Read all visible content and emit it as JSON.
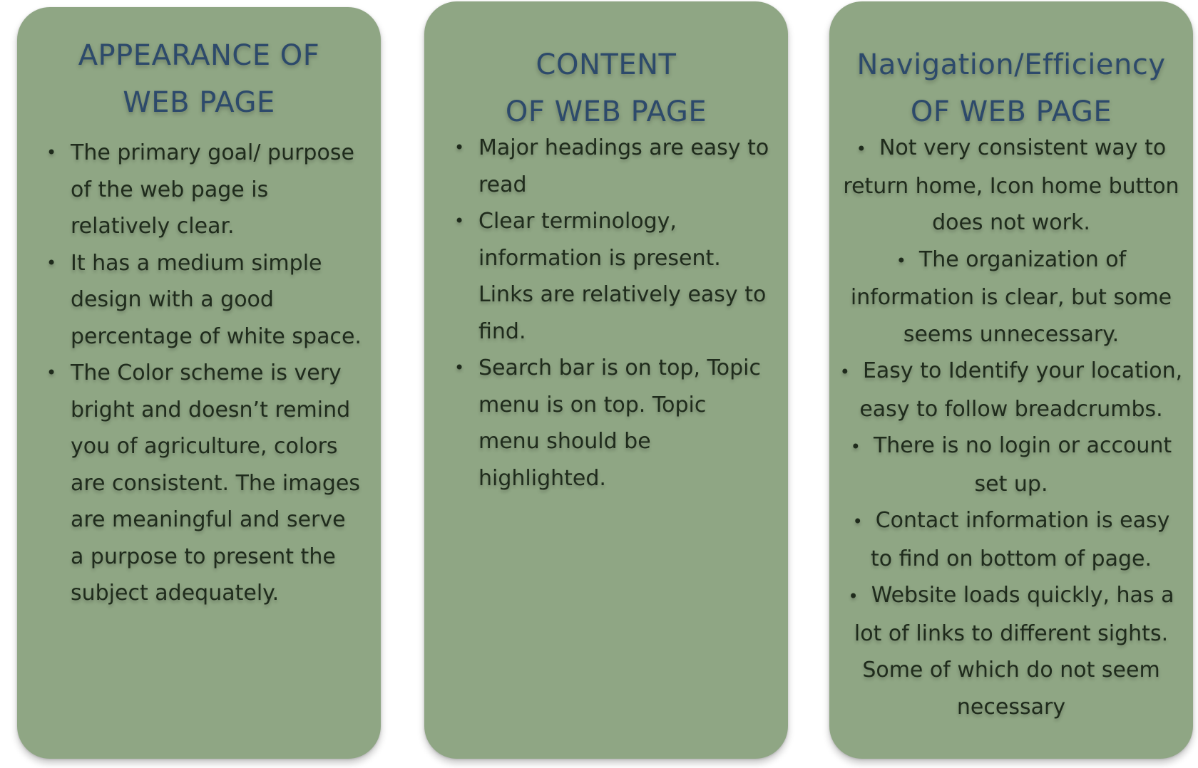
{
  "colors": {
    "card_bg": "#8fa684",
    "title": "#2d4a6b",
    "text": "#1f2b1c"
  },
  "cards": [
    {
      "title_lines": [
        "APPEARANCE OF",
        "WEB PAGE"
      ],
      "bullets": [
        "The primary goal/ purpose of the web page is relatively clear.",
        "It has a medium simple design with a good percentage of white space.",
        "The Color scheme is very bright and doesn’t remind you of agriculture, colors are consistent. The images are meaningful and serve a purpose to present the subject adequately."
      ]
    },
    {
      "title_lines": [
        "CONTENT",
        "OF WEB PAGE"
      ],
      "bullets": [
        "Major headings are easy to read",
        "Clear terminology, information is present. Links are relatively easy to find.",
        "Search bar is on top, Topic menu is on top. Topic menu should be highlighted."
      ]
    },
    {
      "title_lines": [
        "Navigation/Efficiency",
        "OF WEB PAGE"
      ],
      "bullets": [
        "Not very consistent way to return home, Icon home button does not work.",
        "The organization of information is clear, but some seems unnecessary.",
        "Easy to Identify your location, easy to follow breadcrumbs.",
        "There is no login or account set up.",
        "Contact information is easy to find on bottom of page.",
        "Website loads quickly, has a lot of links to different sights. Some of which do not seem necessary"
      ]
    }
  ]
}
